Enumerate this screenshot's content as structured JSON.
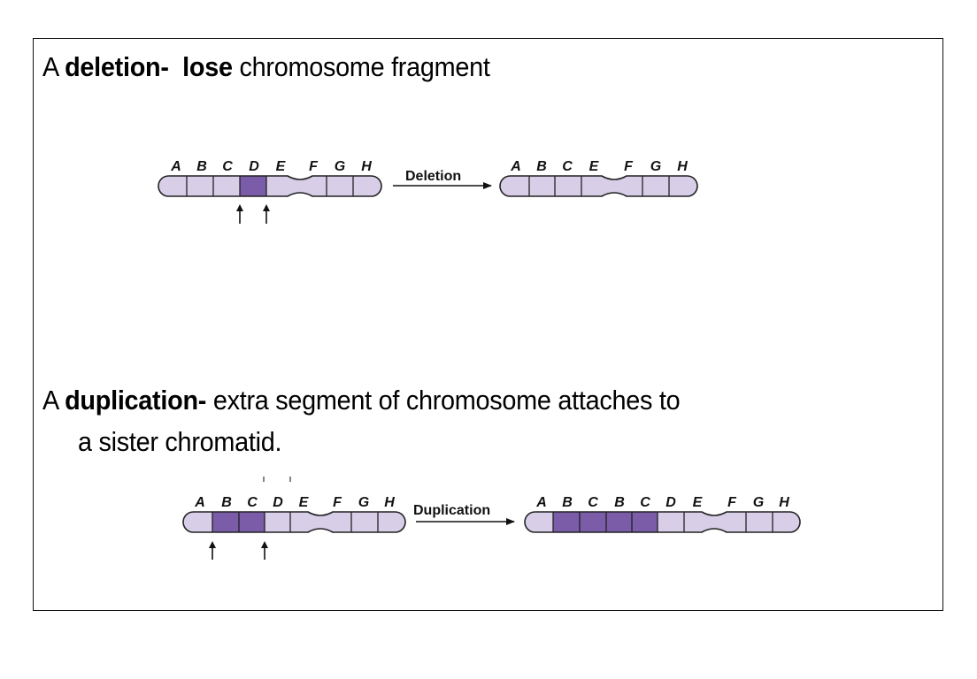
{
  "colors": {
    "light_segment": "#d8cee8",
    "dark_segment": "#7a5ca8",
    "outline": "#222222"
  },
  "deletion": {
    "heading": {
      "prefix": "A ",
      "term": "deletion-",
      "gap": "  ",
      "emphasis": "lose",
      "rest": " chromosome fragment"
    },
    "arrow_label": "Deletion",
    "before": {
      "genes": [
        "A",
        "B",
        "C",
        "D",
        "E",
        "F",
        "G",
        "H"
      ],
      "highlighted": [
        "D"
      ],
      "break_arrows": 2
    },
    "after": {
      "genes": [
        "A",
        "B",
        "C",
        "E",
        "F",
        "G",
        "H"
      ],
      "highlighted": []
    }
  },
  "duplication": {
    "heading": {
      "prefix": "A ",
      "term": "duplication-",
      "rest": " extra segment of chromosome attaches to",
      "continuation": "a sister chromatid."
    },
    "arrow_label": "Duplication",
    "before": {
      "genes": [
        "A",
        "B",
        "C",
        "D",
        "E",
        "F",
        "G",
        "H"
      ],
      "highlighted": [
        "B",
        "C"
      ],
      "break_arrows": 2
    },
    "after": {
      "genes": [
        "A",
        "B",
        "C",
        "B",
        "C",
        "D",
        "E",
        "F",
        "G",
        "H"
      ],
      "highlighted_indices": [
        1,
        2,
        3,
        4
      ]
    }
  }
}
